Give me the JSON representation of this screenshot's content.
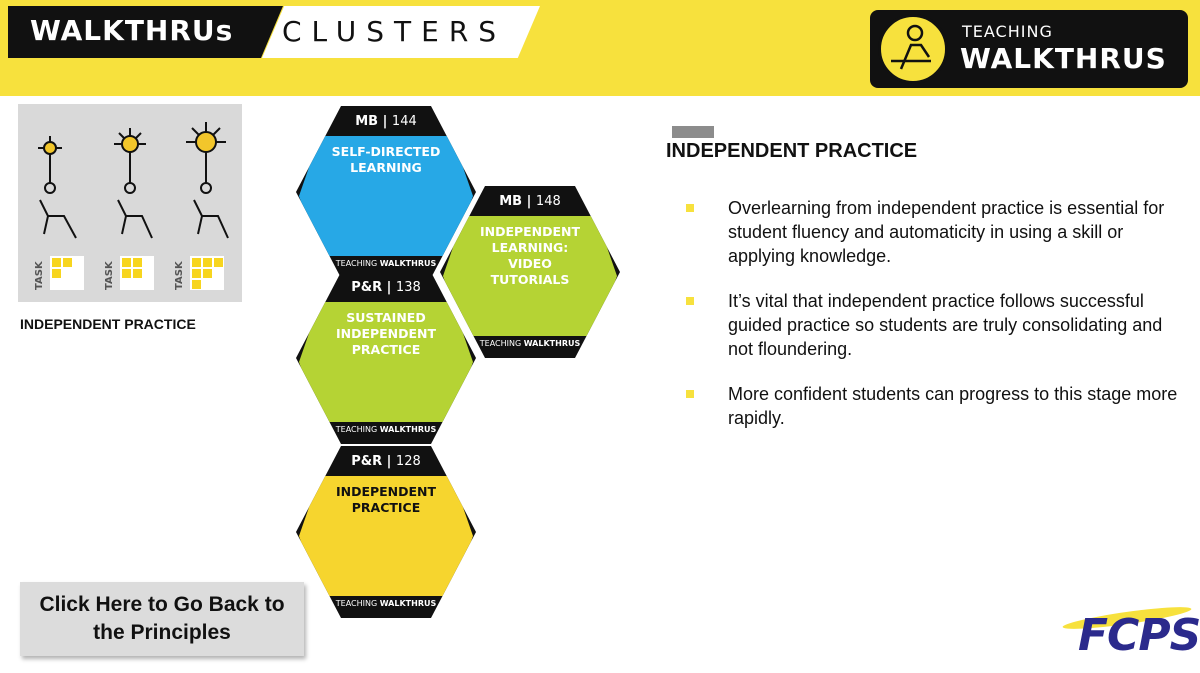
{
  "header": {
    "brand": "WALKTHRUs",
    "section": "CLUSTERS",
    "logo_teaching": "TEACHING",
    "logo_walkthrus": "WALKTHRUS"
  },
  "left_panel": {
    "image_labels": [
      "TASK",
      "TASK",
      "TASK"
    ],
    "caption": "INDEPENDENT PRACTICE"
  },
  "cards": [
    {
      "code": "MB",
      "page": "144",
      "title": "SELF-DIRECTED LEARNING",
      "footer_a": "TEACHING",
      "footer_b": "WALKTHRUS",
      "color": "#27a8e6"
    },
    {
      "code": "MB",
      "page": "148",
      "title": "INDEPENDENT LEARNING: VIDEO TUTORIALS",
      "footer_a": "TEACHING",
      "footer_b": "WALKTHRUS",
      "color": "#b5d334"
    },
    {
      "code": "P&R",
      "page": "138",
      "title": "SUSTAINED INDEPENDENT PRACTICE",
      "footer_a": "TEACHING",
      "footer_b": "WALKTHRUS",
      "color": "#b5d334"
    },
    {
      "code": "P&R",
      "page": "128",
      "title": "INDEPENDENT PRACTICE",
      "footer_a": "TEACHING",
      "footer_b": "WALKTHRUS",
      "color": "#f6d52e"
    }
  ],
  "back_button": "Click Here to Go Back to the Principles",
  "content": {
    "title": "INDEPENDENT PRACTICE",
    "bullets": [
      "Overlearning from independent practice is essential for student fluency and automaticity in using a skill or applying knowledge.",
      "It’s vital that independent practice follows successful guided practice so students are truly consolidating and not floundering.",
      "More confident students can progress to this stage more rapidly."
    ]
  },
  "footer_logo": "FCPS",
  "colors": {
    "accent": "#f7e13d",
    "brand_dark": "#111111",
    "fcps_blue": "#2b2a8c"
  }
}
